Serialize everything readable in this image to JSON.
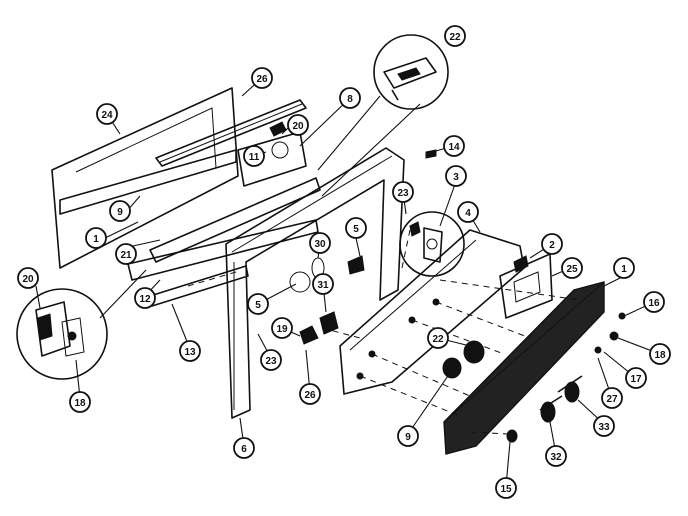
{
  "callouts": {
    "c1": "1",
    "c1b": "1",
    "c2": "2",
    "c3": "3",
    "c4": "4",
    "c5a": "5",
    "c5b": "5",
    "c6": "6",
    "c8": "8",
    "c9a": "9",
    "c9b": "9",
    "c11": "11",
    "c12": "12",
    "c13": "13",
    "c14": "14",
    "c15": "15",
    "c16": "16",
    "c17": "17",
    "c18": "18",
    "c18b": "18",
    "c19": "19",
    "c20": "20",
    "c20b": "20",
    "c21": "21",
    "c22": "22",
    "c22b": "22",
    "c23": "23",
    "c23b": "23",
    "c24": "24",
    "c25": "25",
    "c26": "26",
    "c26b": "26",
    "c27": "27",
    "c30": "30",
    "c31": "31",
    "c32": "32",
    "c33": "33"
  }
}
